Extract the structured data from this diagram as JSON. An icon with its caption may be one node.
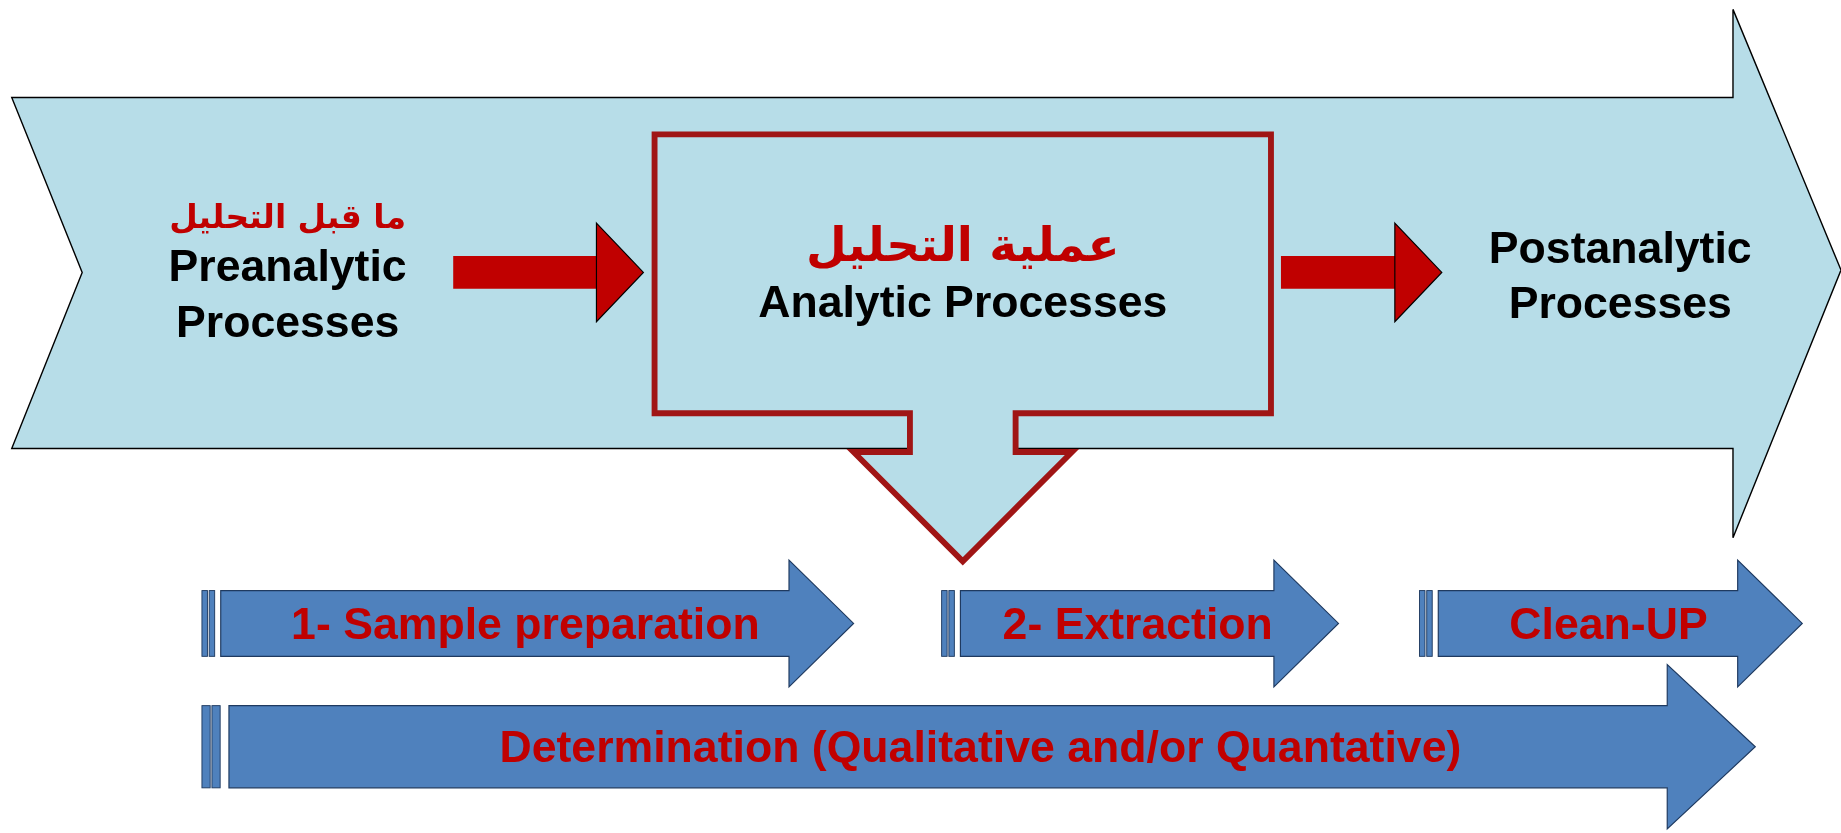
{
  "diagram": {
    "nodes": [
      {
        "text": [],
        "shape": "arrow"
      },
      {
        "text": [
          "ما قبل التحليل",
          "Preanalytic Processes"
        ],
        "in": 0
      },
      {
        "text": [
          "عملية التحليل",
          "Analytic Processes"
        ],
        "in": 0
      },
      {
        "text": [
          "Postanalytic Processes"
        ],
        "in": 0
      },
      {
        "text": [
          "1- Sample preparation"
        ]
      },
      {
        "text": [
          "2- Extraction"
        ]
      },
      {
        "text": [
          "Clean-UP"
        ]
      },
      {
        "text": [
          "Determination (Qualitative and/or Quantative)"
        ]
      }
    ],
    "edges": [
      {
        "from": 1,
        "to": 2,
        "arrow": "to"
      },
      {
        "from": 2,
        "to": 3,
        "arrow": "to"
      }
    ]
  }
}
